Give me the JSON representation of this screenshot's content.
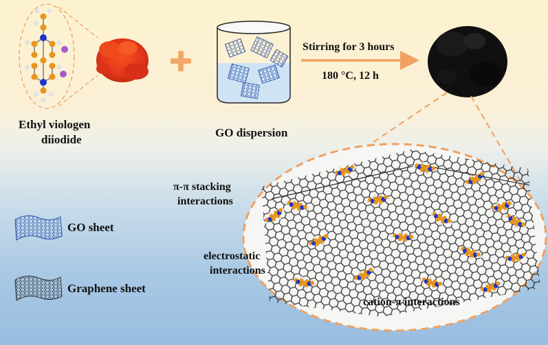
{
  "reactants": {
    "molecule_label_line1": "Ethyl viologen",
    "molecule_label_line2": "diiodide",
    "dispersion_label": "GO dispersion"
  },
  "reaction": {
    "condition_top": "Stirring for 3 hours",
    "condition_bottom": "180 °C, 12 h"
  },
  "legend": {
    "go_sheet": "GO sheet",
    "graphene_sheet": "Graphene sheet"
  },
  "interactions": {
    "pi_pi_line1": "π-π stacking",
    "pi_pi_line2": "interactions",
    "electrostatic_line1": "electrostatic",
    "electrostatic_line2": "interactions",
    "cation_pi": "cation-π interactions"
  },
  "colors": {
    "accent_orange": "#f0a060",
    "carbon_atom": "#e8951a",
    "nitrogen_atom": "#1f35c8",
    "iodide": "#a65cc8",
    "hydrogen_atom": "#e2e2e2",
    "red_powder": "#e8361a",
    "black_powder": "#111111"
  }
}
